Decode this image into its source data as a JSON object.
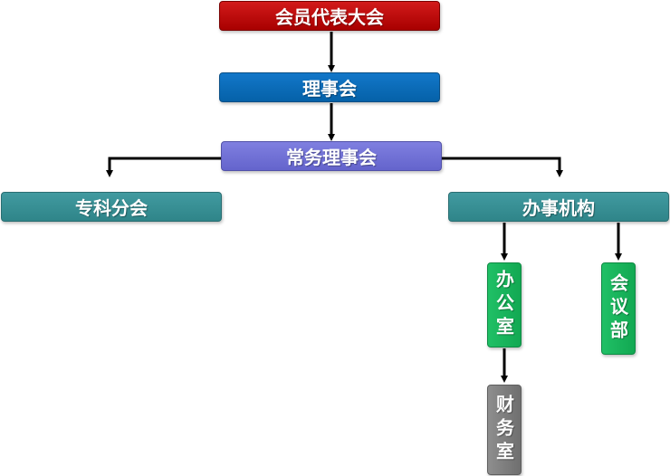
{
  "nodes": {
    "congress": "会员代表大会",
    "council": "理事会",
    "standing_council": "常务理事会",
    "special_committees": "专科分会",
    "administrative_bodies": "办事机构",
    "office": "办公室",
    "meeting_department": "会议部",
    "finance_office": "财务室"
  },
  "colors": {
    "congress": "#c00000",
    "council": "#0070c0",
    "standing_council": "#7070d8",
    "teal_nodes": "#31859c",
    "green_nodes": "#19b35b",
    "gray_nodes": "#7f7f7f",
    "connector": "#000000"
  }
}
